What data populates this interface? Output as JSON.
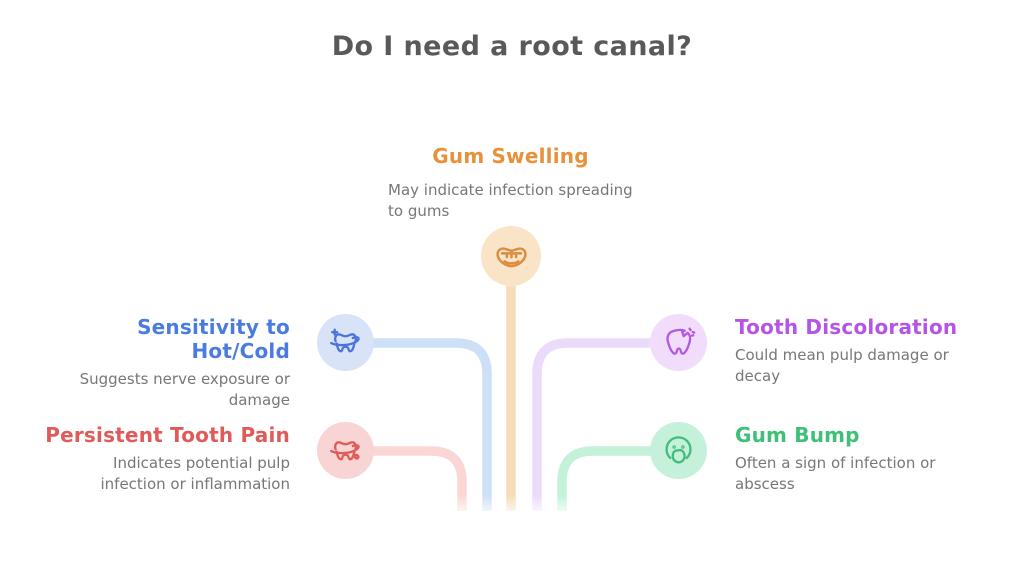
{
  "title": {
    "text": "Do I need a root canal?",
    "color": "#58595B"
  },
  "description_color": "#76777A",
  "background_color": "#FFFFFF",
  "items": [
    {
      "label": "Gum Swelling",
      "description": "May indicate infection spreading\nto gums",
      "color": "#E8913C",
      "icon": "mouth-gums-icon",
      "icon_color": "#D98E42",
      "circle_fill": "#FAE4C8",
      "line_color": "#F6DCB8",
      "position": "top-center"
    },
    {
      "label": "Sensitivity to Hot/Cold",
      "description": "Suggests nerve exposure or\ndamage",
      "color": "#4A7BE0",
      "icon": "tooth-sparkle-icon",
      "icon_color": "#4C74D9",
      "circle_fill": "#D9E3F8",
      "line_color": "#CEDFF8",
      "position": "middle-left"
    },
    {
      "label": "Persistent Tooth Pain",
      "description": "Indicates potential pulp\ninfection or inflammation",
      "color": "#E05A5A",
      "icon": "tooth-pain-icon",
      "icon_color": "#DE5B5B",
      "circle_fill": "#F8D4D4",
      "line_color": "#FAD7D5",
      "position": "bottom-left"
    },
    {
      "label": "Tooth Discoloration",
      "description": "Could mean pulp damage or\ndecay",
      "color": "#B455E8",
      "icon": "tooth-chipped-icon",
      "icon_color": "#B259E2",
      "circle_fill": "#F1DDFB",
      "line_color": "#EBDBFA",
      "position": "middle-right"
    },
    {
      "label": "Gum Bump",
      "description": "Often a sign of infection or\nabscess",
      "color": "#3FBF78",
      "icon": "face-abscess-icon",
      "icon_color": "#43BD7E",
      "circle_fill": "#C5F1DB",
      "line_color": "#C3F2D9",
      "position": "bottom-right"
    }
  ]
}
